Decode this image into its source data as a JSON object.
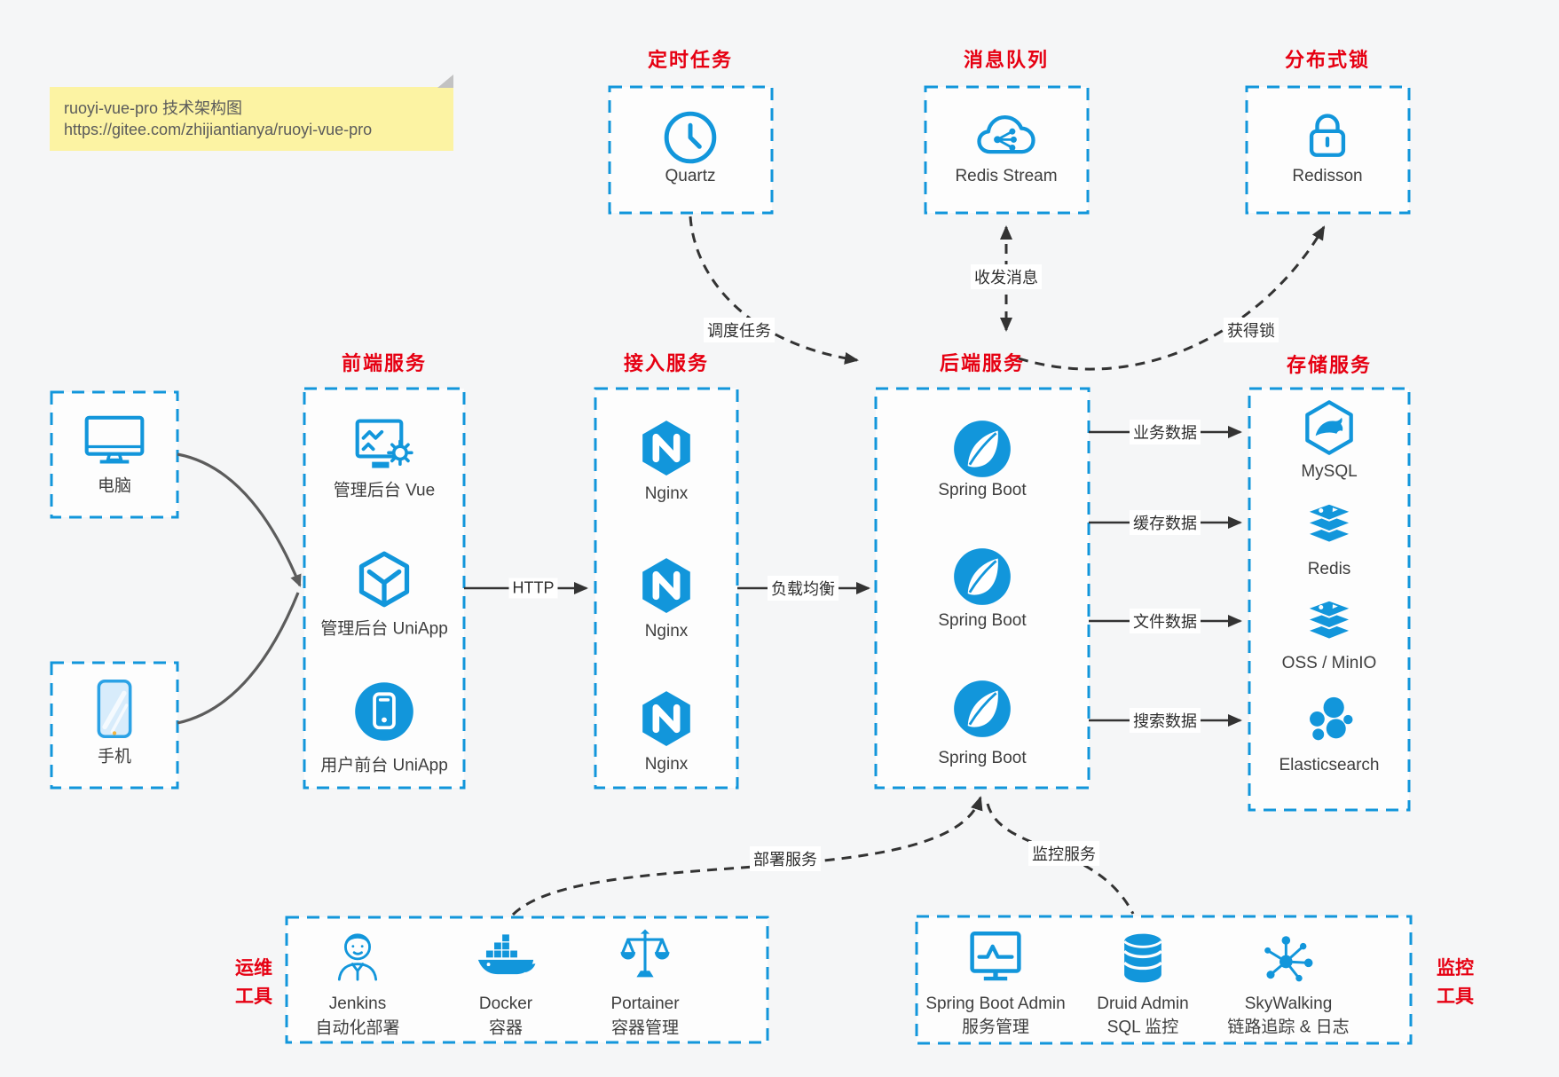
{
  "colors": {
    "accent_blue": "#1296db",
    "title_red": "#e60012",
    "arrow_dark": "#333333",
    "client_arrow_gray": "#5c5c5c",
    "note_bg": "#fcf3a3",
    "box_fill": "#fdfdfd"
  },
  "note": {
    "line1": "ruoyi-vue-pro 技术架构图",
    "line2": "https://gitee.com/zhijiantianya/ruoyi-vue-pro"
  },
  "top_groups": [
    {
      "title": "定时任务",
      "label": "Quartz",
      "icon": "clock-icon"
    },
    {
      "title": "消息队列",
      "label": "Redis Stream",
      "icon": "cloud-mq-icon"
    },
    {
      "title": "分布式锁",
      "label": "Redisson",
      "icon": "lock-icon"
    }
  ],
  "clients": [
    {
      "label": "电脑",
      "icon": "desktop-icon"
    },
    {
      "label": "手机",
      "icon": "mobile-icon"
    }
  ],
  "columns": {
    "frontend": {
      "title": "前端服务",
      "items": [
        {
          "label": "管理后台 Vue",
          "icon": "admin-vue-icon"
        },
        {
          "label": "管理后台 UniApp",
          "icon": "uniapp-cube-icon"
        },
        {
          "label": "用户前台 UniApp",
          "icon": "user-app-icon"
        }
      ]
    },
    "gateway": {
      "title": "接入服务",
      "items": [
        {
          "label": "Nginx",
          "icon": "nginx-icon"
        },
        {
          "label": "Nginx",
          "icon": "nginx-icon"
        },
        {
          "label": "Nginx",
          "icon": "nginx-icon"
        }
      ]
    },
    "backend": {
      "title": "后端服务",
      "items": [
        {
          "label": "Spring Boot",
          "icon": "spring-icon"
        },
        {
          "label": "Spring Boot",
          "icon": "spring-icon"
        },
        {
          "label": "Spring Boot",
          "icon": "spring-icon"
        }
      ]
    },
    "storage": {
      "title": "存储服务",
      "items": [
        {
          "label": "MySQL",
          "icon": "mysql-icon"
        },
        {
          "label": "Redis",
          "icon": "redis-stack-icon"
        },
        {
          "label": "OSS / MinIO",
          "icon": "oss-stack-icon"
        },
        {
          "label": "Elasticsearch",
          "icon": "elasticsearch-icon"
        }
      ]
    }
  },
  "edge_labels": {
    "http": "HTTP",
    "load_balance": "负载均衡",
    "schedule": "调度任务",
    "message": "收发消息",
    "lock": "获得锁",
    "business_data": "业务数据",
    "cache_data": "缓存数据",
    "file_data": "文件数据",
    "search_data": "搜索数据",
    "deploy": "部署服务",
    "monitor": "监控服务"
  },
  "ops_tools": {
    "title": [
      "运维",
      "工具"
    ],
    "items": [
      {
        "name": "Jenkins",
        "desc": "自动化部署",
        "icon": "jenkins-icon"
      },
      {
        "name": "Docker",
        "desc": "容器",
        "icon": "docker-icon"
      },
      {
        "name": "Portainer",
        "desc": "容器管理",
        "icon": "portainer-icon"
      }
    ]
  },
  "monitor_tools": {
    "title": [
      "监控",
      "工具"
    ],
    "items": [
      {
        "name": "Spring Boot Admin",
        "desc": "服务管理",
        "icon": "spring-boot-admin-icon"
      },
      {
        "name": "Druid Admin",
        "desc": "SQL 监控",
        "icon": "druid-icon"
      },
      {
        "name": "SkyWalking",
        "desc": "链路追踪 & 日志",
        "icon": "skywalking-icon"
      }
    ]
  }
}
